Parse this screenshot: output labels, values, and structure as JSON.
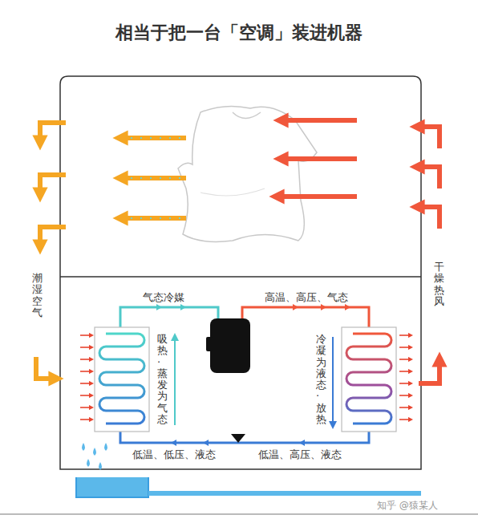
{
  "diagram": {
    "title": "相当于把一台「空调」装进机器",
    "labels": [
      "潮湿空气",
      "干燥热风",
      "气态冷媒",
      "高温、高压、气态",
      "吸热·蒸发为气态",
      "冷凝为液态·放热",
      "低温、低压、液态",
      "低温、高压、液态",
      "知乎 @猿某人"
    ]
  }
}
